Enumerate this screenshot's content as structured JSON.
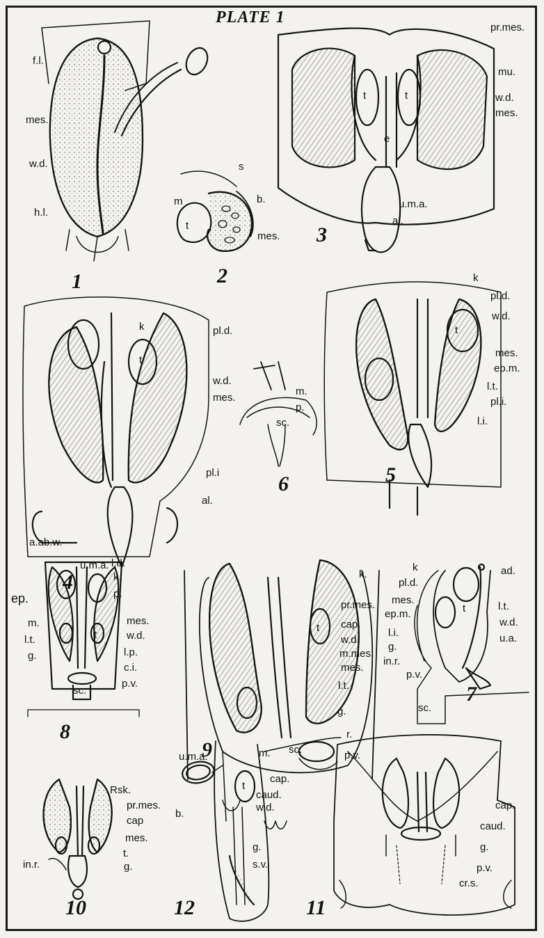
{
  "plate_title": "PLATE 1",
  "figures": [
    {
      "number": "1",
      "labels": [
        "f.l.",
        "mes.",
        "w.d.",
        "h.l."
      ]
    },
    {
      "number": "2",
      "labels": [
        "s",
        "m",
        "t",
        "b.",
        "mes."
      ]
    },
    {
      "number": "3",
      "labels": [
        "pr.mes.",
        "mu.",
        "w.d.",
        "mes.",
        "t",
        "t",
        "e",
        "u.m.a.",
        "al."
      ]
    },
    {
      "number": "4",
      "labels": [
        "k",
        "t",
        "pl.d.",
        "w.d.",
        "mes.",
        "pl.i",
        "al.",
        "a.ab.w.",
        "u.m.a."
      ]
    },
    {
      "number": "5",
      "labels": [
        "k",
        "pl.d.",
        "w.d.",
        "t",
        "mes.",
        "ep.m.",
        "l.t.",
        "pl.i.",
        "l.i."
      ]
    },
    {
      "number": "6",
      "labels": [
        "m.",
        "p.",
        "sc."
      ]
    },
    {
      "number": "7",
      "labels": [
        "k",
        "pl.d.",
        "mes.",
        "ep.m.",
        "l.i.",
        "g.",
        "in.r.",
        "p.v.",
        "ad.",
        "l.t.",
        "w.d.",
        "u.a.",
        "t",
        "sc."
      ]
    },
    {
      "number": "8",
      "labels": [
        "l.d.",
        "k.",
        "p.",
        "ep.",
        "m.",
        "l.t.",
        "g.",
        "t",
        "mes.",
        "w.d.",
        "l.p.",
        "c.i.",
        "p.v.",
        "sc."
      ]
    },
    {
      "number": "9",
      "labels": [
        "k.",
        "pr.mes.",
        "cap.",
        "w.d.",
        "m.mes.",
        "mes.",
        "t",
        "l.t.",
        "g.",
        "r.",
        "p.v.",
        "sc."
      ]
    },
    {
      "number": "10",
      "labels": [
        "Rsk.",
        "pr.mes.",
        "cap",
        "mes.",
        "t.",
        "g.",
        "in.r."
      ]
    },
    {
      "number": "11",
      "labels": [
        "cap.",
        "caud.",
        "g.",
        "p.v.",
        "cr.s."
      ]
    },
    {
      "number": "12",
      "labels": [
        "u.m.a.",
        "m.",
        "cap.",
        "t",
        "caud.",
        "w.d.",
        "b.",
        "g.",
        "s.v."
      ]
    }
  ]
}
